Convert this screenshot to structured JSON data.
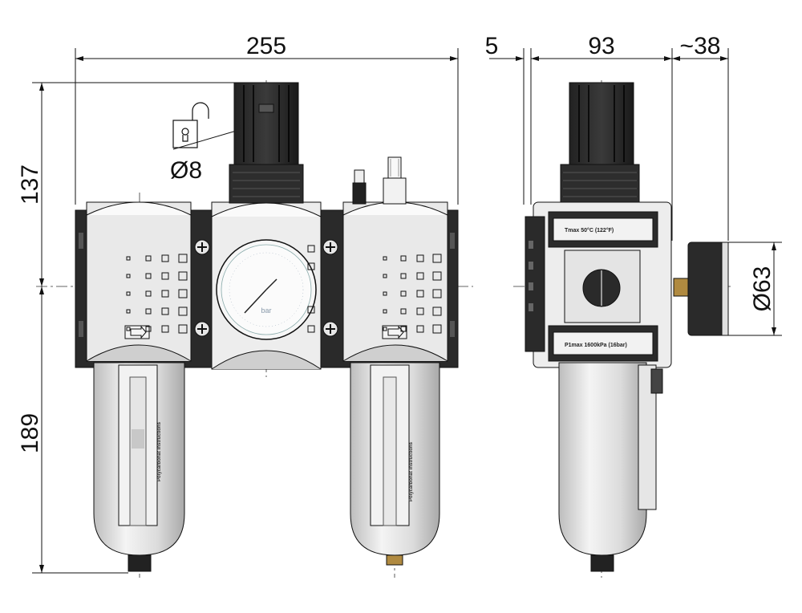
{
  "dimensions": {
    "width_total": "255",
    "side_offset": "5",
    "side_depth": "93",
    "gauge_protrusion": "~38",
    "height_upper": "137",
    "height_lower": "189",
    "gauge_diameter": "Ø63",
    "lock_hole": "Ø8"
  },
  "labels": {
    "gauge_unit": "bar",
    "temp_label": "Tmax 50°C (122°F)",
    "pressure_label": "P1max 1600kPa (16bar)",
    "bowl_instruction": "Polycarbonat Instructions"
  },
  "colors": {
    "body_dark": "#2b2b2b",
    "body_light": "#ececec",
    "bowl": "#d9d9d9",
    "line": "#111111"
  }
}
